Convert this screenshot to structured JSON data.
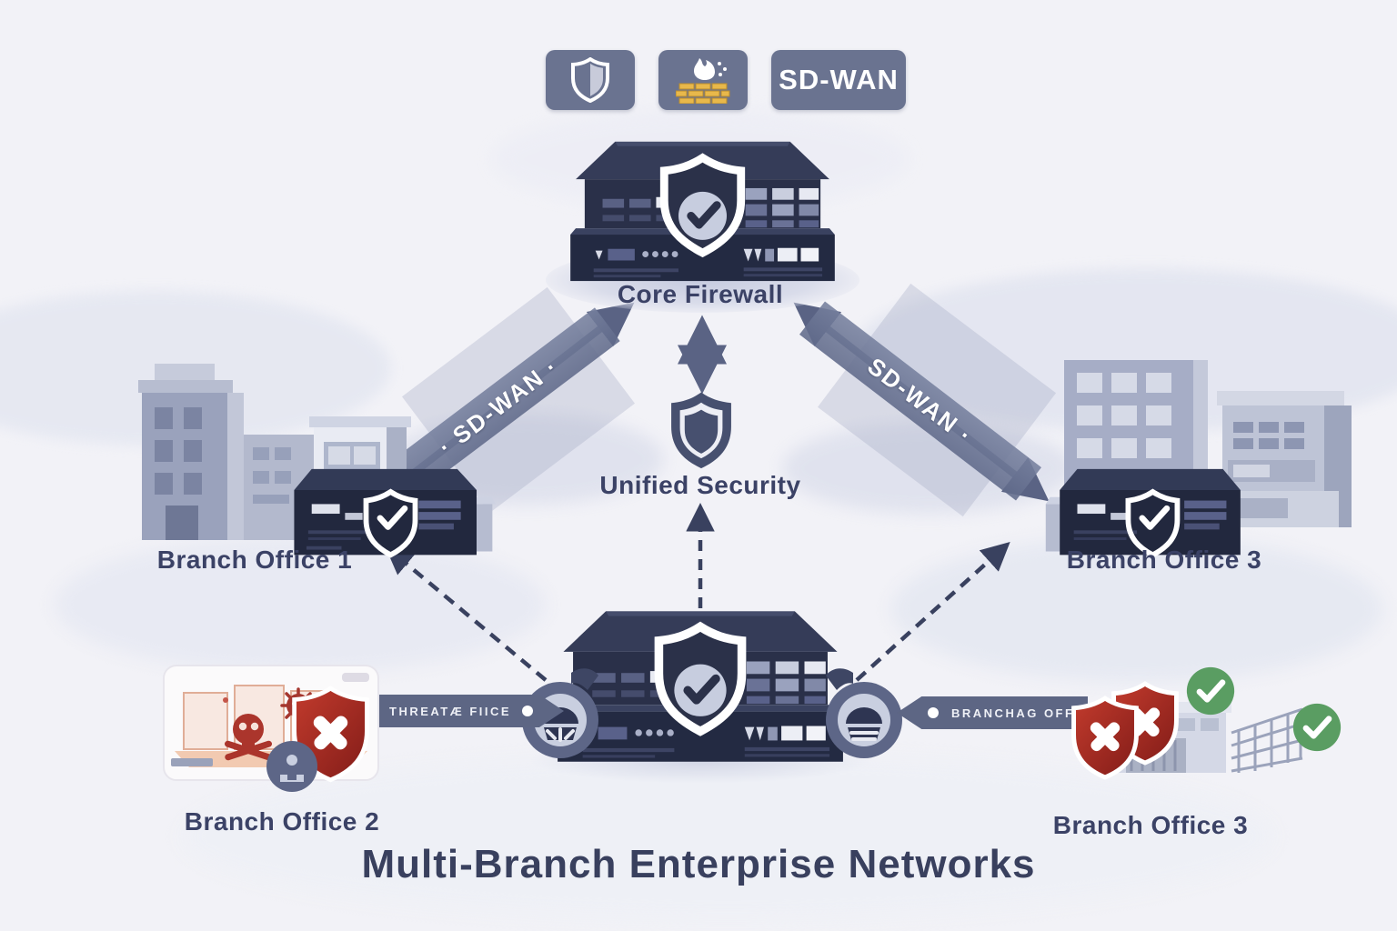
{
  "title": {
    "text": "Multi-Branch Enterprise Networks"
  },
  "badges": {
    "shield_icon": "shield-badge",
    "firewall_icon": "firewall-badge",
    "sdwan_label": "SD-WAN"
  },
  "nodes": {
    "core_firewall": {
      "label": "Core Firewall"
    },
    "unified_security": {
      "label": "Unified Security"
    },
    "branch1": {
      "label": "Branch Office 1"
    },
    "branch2": {
      "label": "Branch Office 2"
    },
    "branch3_top": {
      "label": "Branch Office 3"
    },
    "branch3_bottom": {
      "label": "Branch Office 3"
    }
  },
  "links": {
    "sdwan_left": {
      "label": "· SD-WAN ·"
    },
    "sdwan_right": {
      "label": "SD-WAN ·"
    },
    "threat_tag": {
      "label": "THREATÆ FIICE"
    },
    "branch_tag": {
      "label": "BRANCHAG OFFICED"
    }
  },
  "colors": {
    "background": "#f2f2f7",
    "badge": "#6a7390",
    "appliance_dark": "#232a42",
    "appliance_mid": "#2b3149",
    "arrow": "#6b7491",
    "dashed": "#39415f",
    "label_text": "#3b4266",
    "alert_red": "#a93028",
    "ok_green": "#5a9d62",
    "brick_gold": "#e8b84b"
  }
}
